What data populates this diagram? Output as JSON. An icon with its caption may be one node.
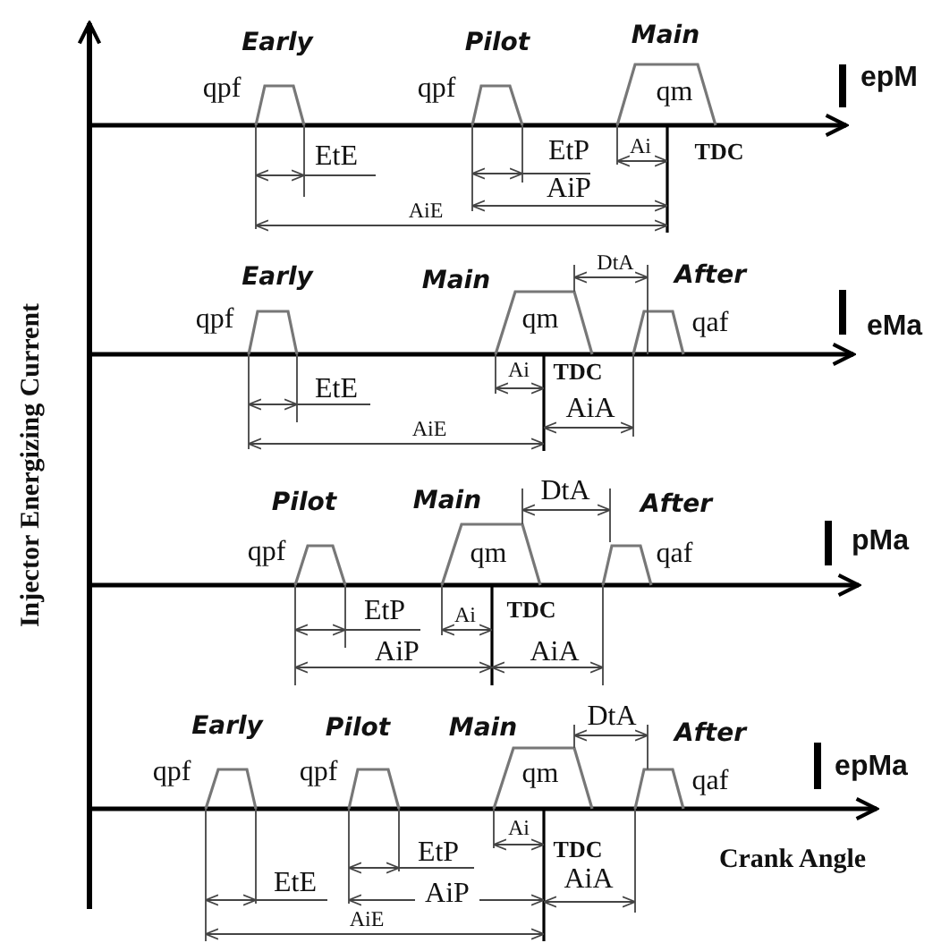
{
  "diagram": {
    "labels": [
      "Injector Energizing Current",
      "Early",
      "Pilot",
      "Main",
      "qpf",
      "qpf",
      "qm",
      "epM",
      "EtE",
      "EtP",
      "Ai",
      "TDC",
      "AiP",
      "AiE",
      "DtA",
      "Early",
      "Main",
      "After",
      "qpf",
      "qm",
      "qaf",
      "eMa",
      "EtE",
      "Ai",
      "TDC",
      "AiA",
      "AiE",
      "DtA",
      "Pilot",
      "Main",
      "After",
      "qpf",
      "qm",
      "qaf",
      "pMa",
      "EtP",
      "Ai",
      "TDC",
      "AiP",
      "AiA",
      "DtA",
      "Early",
      "Pilot",
      "Main",
      "After",
      "qpf",
      "qpf",
      "qm",
      "qaf",
      "epMa",
      "Ai",
      "EtP",
      "TDC",
      "Crank Angle",
      "EtE",
      "AiP",
      "AiA",
      "AiE"
    ]
  }
}
